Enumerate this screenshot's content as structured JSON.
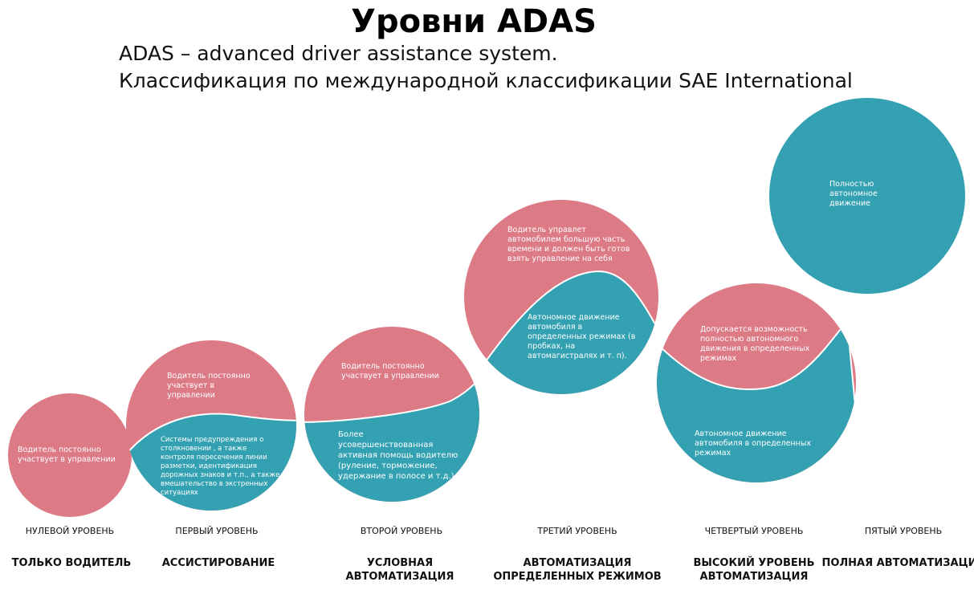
{
  "title": "Уровни ADAS",
  "subtitle_line1": "ADAS – advanced driver assistance system.",
  "subtitle_line2": "Классификация по международной классификации SAE International",
  "colors": {
    "driver": "#dc7a86",
    "auto": "#33a1b2"
  },
  "levels": [
    {
      "level": "НУЛЕВОЙ УРОВЕНЬ",
      "category": "ТОЛЬКО ВОДИТЕЛЬ",
      "driver_text": "Водитель постоянно участвует в управлении"
    },
    {
      "level": "ПЕРВЫЙ УРОВЕНЬ",
      "category": "АССИСТИРОВАНИЕ",
      "driver_text": "Водитель постоянно участвует в управлении",
      "auto_text": "Системы предупреждения о столкновении , а также контроля пересечения линии разметки, идентификация дорожных знаков и т.п., а также вмешательство в экстренных ситуациях"
    },
    {
      "level": "ВТОРОЙ УРОВЕНЬ",
      "category": "УСЛОВНАЯ АВТОМАТИЗАЦИЯ",
      "driver_text": "Водитель постоянно участвует в управлении",
      "auto_text": "Более усовершенствованная активная помощь водителю (руление, торможение, удержание в полосе и т.д.)."
    },
    {
      "level": "ТРЕТИЙ УРОВЕНЬ",
      "category": "АВТОМАТИЗАЦИЯ ОПРЕДЕЛЕННЫХ РЕЖИМОВ",
      "driver_text": "Водитель управлет автомобилем большую часть времени и должен быть готов взять управление на себя",
      "auto_text": "Автономное движение автомобиля в определенных режимах (в пробках, на автомагистралях и т. п)."
    },
    {
      "level": "ЧЕТВЕРТЫЙ УРОВЕНЬ",
      "category": "ВЫСОКИЙ УРОВЕНЬ АВТОМАТИЗАЦИЯ",
      "driver_text": "Допускается возможность полностью автономного движения в определенных режимах",
      "auto_text": "Автономное движение автомобиля в определенных режимах"
    },
    {
      "level": "ПЯТЫЙ УРОВЕНЬ",
      "category": "ПОЛНАЯ АВТОМАТИЗАЦИЯ",
      "auto_text": "Полностью автономное движение"
    }
  ]
}
